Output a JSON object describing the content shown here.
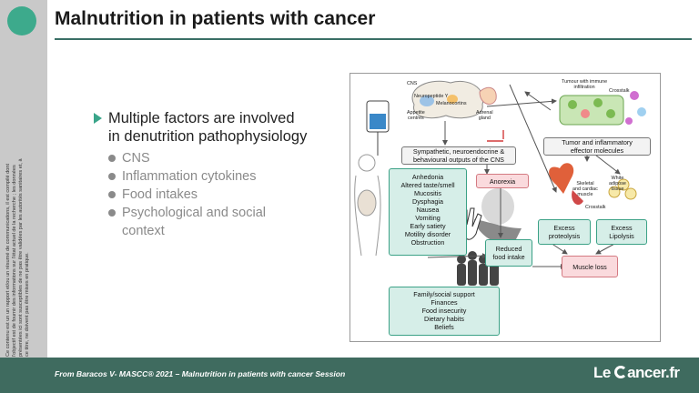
{
  "slide": {
    "title": "Malnutrition in patients with cancer",
    "main_bullet_1": "Multiple factors are involved",
    "main_bullet_2": "in denutrition pathophysiology",
    "sub_bullets": [
      "CNS",
      "Inflammation cytokines",
      "Food intakes",
      "Psychological and social",
      "context"
    ]
  },
  "sidebar": {
    "disclaimer_lines": [
      "Ce contenu est un un rapport et/ou un résumé de communications, il est compilé dont",
      "l'objectif est de fournir des informations sur l'état actuel de la recherche ; les données",
      "présentées ici sont susceptibles de ne pas être validées par les autorités sanitaires et, à",
      "ce titre, ne doivent pas être mises en pratique."
    ]
  },
  "diagram": {
    "labels": {
      "cns": "CNS",
      "neuropeptide": "Neuropeptide Y",
      "melanocortins": "Melanocortins",
      "appetite": [
        "Appetite",
        "centres"
      ],
      "adrenal": [
        "Adrenal",
        "gland"
      ],
      "tumour": [
        "Tumour with immune",
        "infiltration"
      ],
      "crosstalk_top": "Crosstalk",
      "skeletal": [
        "Skeletal",
        "and cardiac",
        "muscle"
      ],
      "white_adipose": [
        "White",
        "adipose",
        "tissue"
      ],
      "crosstalk_mid": "Crosstalk"
    },
    "boxes": {
      "sympathetic": [
        "Sympathetic, neuroendocrine & ",
        "behavioural outputs of the CNS"
      ],
      "tumor": [
        "Tumor and inflammatory",
        "effector molecules"
      ],
      "symptoms": [
        "Anhedonia",
        "Altered taste/smell",
        "Mucositis",
        "Dysphagia",
        "Nausea",
        "Vomiting",
        "Early satiety",
        "Motility disorder",
        "Obstruction"
      ],
      "anorexia": "Anorexia",
      "proteolysis": [
        "Excess",
        "proteolysis"
      ],
      "lipolysis": [
        "Excess",
        "Lipolysis"
      ],
      "reduced": [
        "Reduced",
        "food intake"
      ],
      "muscle_loss": "Muscle loss",
      "social": [
        "Family/social support",
        "Finances",
        "Food insecurity",
        "Dietary habits",
        "Beliefs"
      ]
    }
  },
  "footer": {
    "citation": "From Baracos V- MASCC® 2021 – Malnutrition in patients with cancer  Session",
    "brand_left": "Le ",
    "brand_right": "ancer.fr"
  },
  "colors": {
    "accent": "#3aa58a",
    "footer": "#3f6b5f",
    "sidebar": "#c9c9c9"
  }
}
